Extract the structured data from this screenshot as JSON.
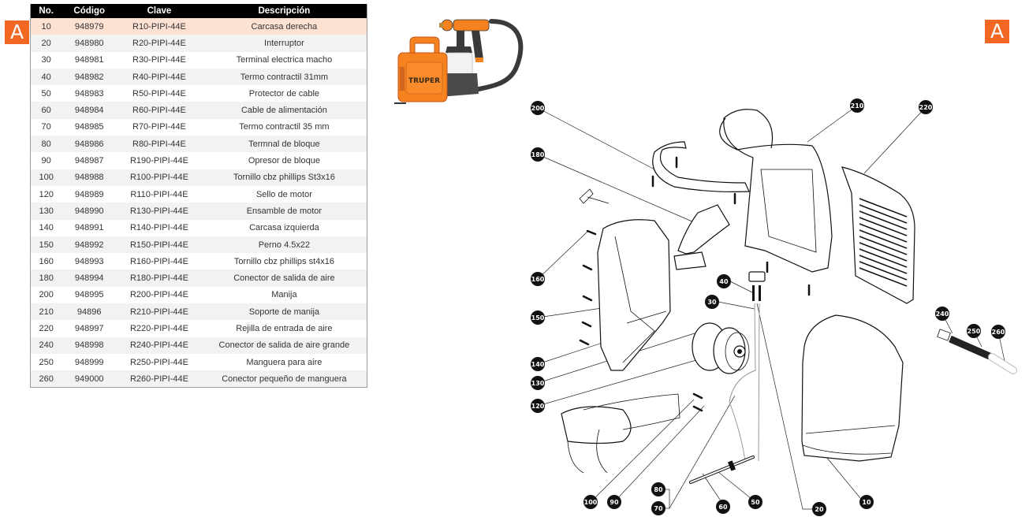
{
  "section_label": "A",
  "table": {
    "headers": [
      "No.",
      "Código",
      "Clave",
      "Descripción"
    ],
    "rows": [
      {
        "no": "10",
        "codigo": "948979",
        "clave": "R10-PIPI-44E",
        "descripcion": "Carcasa derecha"
      },
      {
        "no": "20",
        "codigo": "948980",
        "clave": "R20-PIPI-44E",
        "descripcion": "Interruptor"
      },
      {
        "no": "30",
        "codigo": "948981",
        "clave": "R30-PIPI-44E",
        "descripcion": "Terminal electrica macho"
      },
      {
        "no": "40",
        "codigo": "948982",
        "clave": "R40-PIPI-44E",
        "descripcion": "Termo contractil 31mm"
      },
      {
        "no": "50",
        "codigo": "948983",
        "clave": "R50-PIPI-44E",
        "descripcion": "Protector de cable"
      },
      {
        "no": "60",
        "codigo": "948984",
        "clave": "R60-PIPI-44E",
        "descripcion": "Cable de alimentación"
      },
      {
        "no": "70",
        "codigo": "948985",
        "clave": "R70-PIPI-44E",
        "descripcion": "Termo contractil 35 mm"
      },
      {
        "no": "80",
        "codigo": "948986",
        "clave": "R80-PIPI-44E",
        "descripcion": "Termnal de bloque"
      },
      {
        "no": "90",
        "codigo": "948987",
        "clave": "R190-PIPI-44E",
        "descripcion": "Opresor de bloque"
      },
      {
        "no": "100",
        "codigo": "948988",
        "clave": "R100-PIPI-44E",
        "descripcion": "Tornillo cbz phillips St3x16"
      },
      {
        "no": "120",
        "codigo": "948989",
        "clave": "R110-PIPI-44E",
        "descripcion": "Sello de motor"
      },
      {
        "no": "130",
        "codigo": "948990",
        "clave": "R130-PIPI-44E",
        "descripcion": "Ensamble de motor"
      },
      {
        "no": "140",
        "codigo": "948991",
        "clave": "R140-PIPI-44E",
        "descripcion": "Carcasa  izquierda"
      },
      {
        "no": "150",
        "codigo": "948992",
        "clave": "R150-PIPI-44E",
        "descripcion": "Perno 4.5x22"
      },
      {
        "no": "160",
        "codigo": "948993",
        "clave": "R160-PIPI-44E",
        "descripcion": "Tornillo cbz phillips st4x16"
      },
      {
        "no": "180",
        "codigo": "948994",
        "clave": "R180-PIPI-44E",
        "descripcion": "Conector de salida de aire"
      },
      {
        "no": "200",
        "codigo": "948995",
        "clave": "R200-PIPI-44E",
        "descripcion": "Manija"
      },
      {
        "no": "210",
        "codigo": "94896",
        "clave": "R210-PIPI-44E",
        "descripcion": "Soporte de manija"
      },
      {
        "no": "220",
        "codigo": "948997",
        "clave": "R220-PIPI-44E",
        "descripcion": "Rejilla de entrada de aire"
      },
      {
        "no": "240",
        "codigo": "948998",
        "clave": "R240-PIPI-44E",
        "descripcion": "Conector de salida de aire grande"
      },
      {
        "no": "250",
        "codigo": "948999",
        "clave": "R250-PIPI-44E",
        "descripcion": "Manguera para aire"
      },
      {
        "no": "260",
        "codigo": "949000",
        "clave": "R260-PIPI-44E",
        "descripcion": "Conector pequeño de manguera"
      }
    ]
  },
  "product": {
    "brand_label": "TRUPER",
    "icon": "paint-sprayer-photo"
  },
  "diagram": {
    "callouts": [
      "200",
      "180",
      "160",
      "150",
      "140",
      "130",
      "120",
      "100",
      "90",
      "80",
      "70",
      "60",
      "50",
      "40",
      "30",
      "20",
      "10",
      "210",
      "220",
      "240",
      "250",
      "260"
    ]
  },
  "colors": {
    "accent": "#f26722",
    "highlight_row": "#fde1d3",
    "header_bg": "#000000",
    "stripe": "#f2f2f2"
  }
}
